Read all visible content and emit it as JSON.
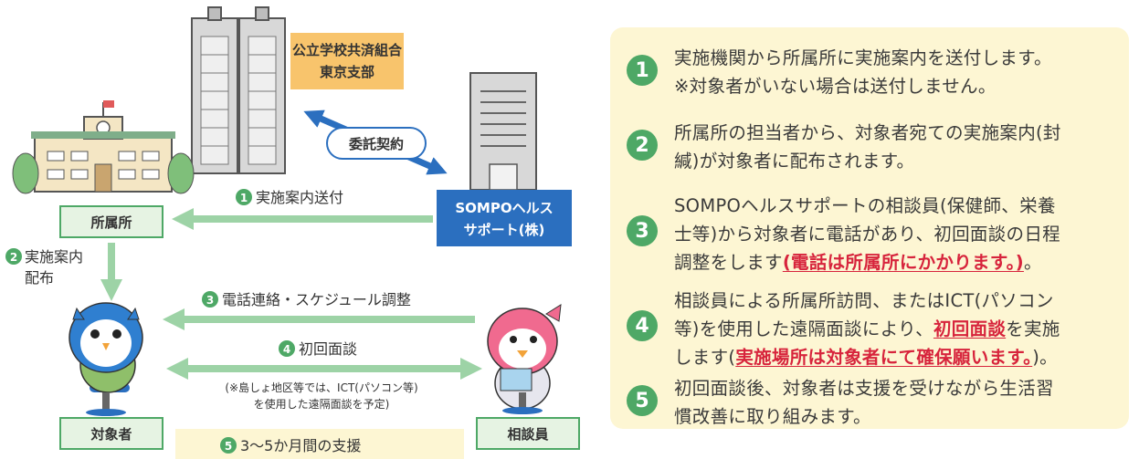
{
  "diagram": {
    "kyosai_label_l1": "公立学校共済組合",
    "kyosai_label_l2": "東京支部",
    "contract_label": "委託契約",
    "sompo_label_l1": "SOMPOヘルス",
    "sompo_label_l2": "サポート(株)",
    "shozoku_label": "所属所",
    "taisho_label": "対象者",
    "sodan_label": "相談員",
    "arrow1_num": "1",
    "arrow1_label": "実施案内送付",
    "arrow2_num": "2",
    "arrow2_label_l1": "実施案内",
    "arrow2_label_l2": "配布",
    "arrow3_num": "3",
    "arrow3_label": "電話連絡・スケジュール調整",
    "arrow4_num": "4",
    "arrow4_label": "初回面談",
    "note_l1": "(※島しょ地区等では、ICT(パソコン等)",
    "note_l2": "を使用した遠隔面談を予定)",
    "support_num": "5",
    "support_label": "3〜5か月間の支援"
  },
  "steps": [
    {
      "num": "1",
      "lines": [
        [
          {
            "t": "実施機関から所属所に実施案内を送付します。",
            "red": false
          }
        ],
        [
          {
            "t": "※対象者がいない場合は送付しません。",
            "red": false
          }
        ]
      ]
    },
    {
      "num": "2",
      "lines": [
        [
          {
            "t": "所属所の担当者から、対象者宛ての実施案内(封",
            "red": false
          }
        ],
        [
          {
            "t": "緘)が対象者に配布されます。",
            "red": false
          }
        ]
      ]
    },
    {
      "num": "3",
      "lines": [
        [
          {
            "t": "SOMPOヘルスサポートの相談員(保健師、栄養",
            "red": false
          }
        ],
        [
          {
            "t": "士等)から対象者に電話があり、初回面談の日程",
            "red": false
          }
        ],
        [
          {
            "t": "調整をします",
            "red": false
          },
          {
            "t": "(電話は所属所にかかります。)",
            "red": true
          },
          {
            "t": "。",
            "red": false
          }
        ]
      ]
    },
    {
      "num": "4",
      "lines": [
        [
          {
            "t": "相談員による所属所訪問、またはICT(パソコン",
            "red": false
          }
        ],
        [
          {
            "t": "等)を使用した遠隔面談により、",
            "red": false
          },
          {
            "t": "初回面談",
            "red": true
          },
          {
            "t": "を実施",
            "red": false
          }
        ],
        [
          {
            "t": "します(",
            "red": false
          },
          {
            "t": "実施場所は対象者にて確保願います。",
            "red": true
          },
          {
            "t": ")。",
            "red": false
          }
        ]
      ]
    },
    {
      "num": "5",
      "lines": [
        [
          {
            "t": "初回面談後、対象者は支援を受けながら生活習",
            "red": false
          }
        ],
        [
          {
            "t": "慣改善に取り組みます。",
            "red": false
          }
        ]
      ]
    }
  ],
  "colors": {
    "green": "#4ea866",
    "arrow_green": "#9dd3a6",
    "blue": "#2b6fbf",
    "orange_box": "#f8c46c",
    "panel": "#fdf6d3",
    "label_box": "#e6f3e3",
    "red": "#d7243c"
  }
}
